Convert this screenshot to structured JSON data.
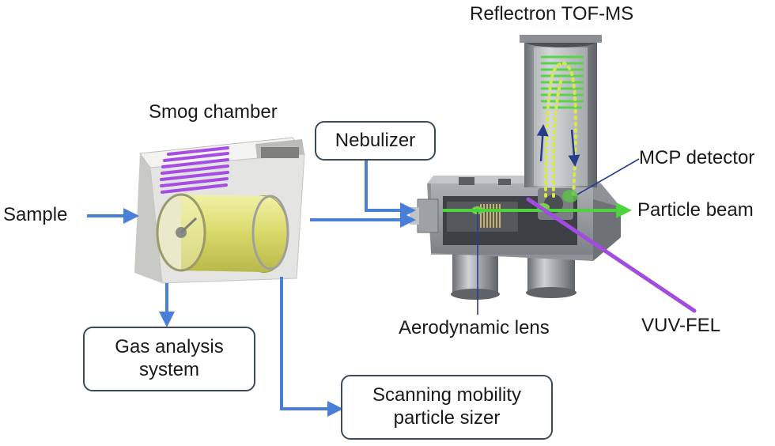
{
  "labels": {
    "smog_chamber": "Smog chamber",
    "reflectron": "Reflectron TOF-MS",
    "sample": "Sample",
    "mcp_detector": "MCP detector",
    "particle_beam": "Particle beam",
    "aerodynamic_lens": "Aerodynamic lens",
    "vuv_fel": "VUV-FEL"
  },
  "boxes": {
    "nebulizer": "Nebulizer",
    "gas_analysis_line1": "Gas analysis",
    "gas_analysis_line2": "system",
    "smps_line1": "Scanning mobility",
    "smps_line2": "particle sizer"
  },
  "colors": {
    "flow_arrow": "#4a7fd8",
    "beam": "#4cd43c",
    "laser": "#a04ce0",
    "detector_arrow": "#283c8c",
    "box_border": "#3c4a5a",
    "chamber_body": "#e2e2e0",
    "cylinder": "#e0e07a",
    "coil": "#a64ce4"
  }
}
